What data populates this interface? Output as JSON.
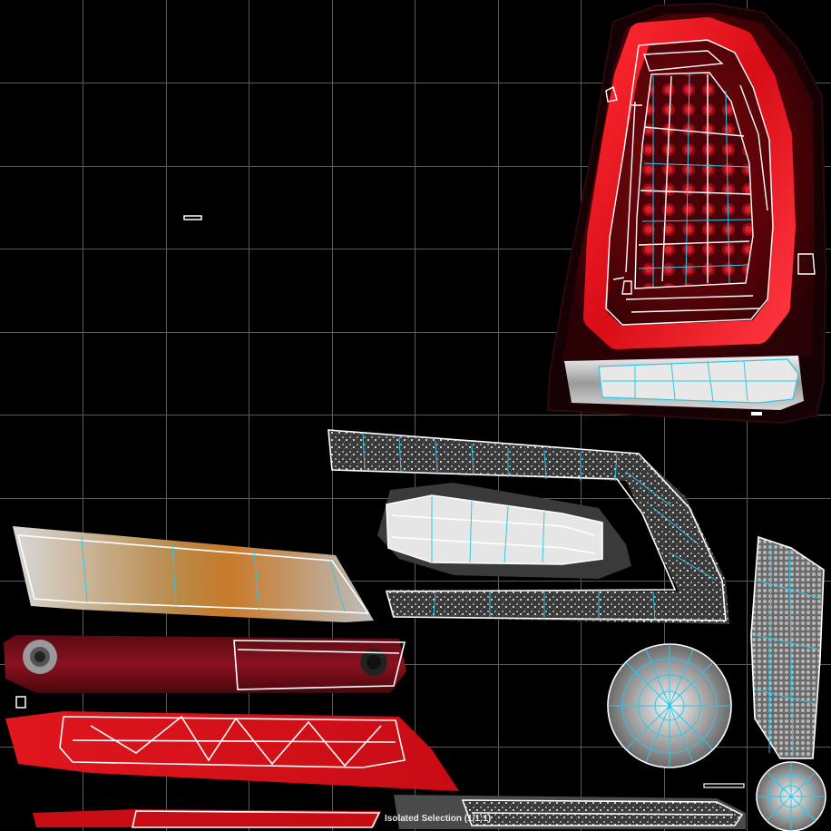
{
  "viewport": {
    "background": "#000000",
    "grid_color": "#5a5a5a",
    "uv_edge_color": "#ffffff",
    "seam_color": "#2fc6e8",
    "texture_red": "#c8101e",
    "texture_chrome": "#cfcfcf"
  },
  "status": {
    "text": "Isolated Selection (1/1:1)"
  },
  "uv_islands": {
    "parts": [
      "main-tail-lamp",
      "reverse-lamp",
      "led-strip-upper",
      "led-strip-lower",
      "bulb-housing",
      "turn-signal-lens",
      "rear-reflector-bar",
      "side-reflector",
      "round-lens-large",
      "round-lens-small",
      "mesh-lens",
      "bottom-chrome-strip",
      "bottom-red-strip"
    ]
  }
}
